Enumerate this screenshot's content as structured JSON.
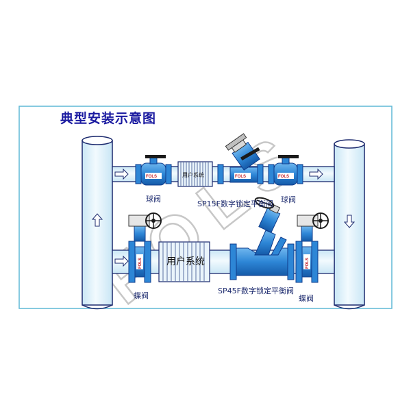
{
  "diagram": {
    "title": "典型安装示意图",
    "labels": {
      "user_system_top": "用户系统",
      "user_system_bottom": "用户系统",
      "ball_valve_left": "球阀",
      "ball_valve_right": "球阀",
      "sp15f_valve": "SP15F数字锁定平衡阀",
      "sp45f_valve": "SP45F数字锁定平衡阀",
      "butterfly_valve_left": "蝶阀",
      "butterfly_valve_right": "蝶阀"
    },
    "brand_marks": [
      "FOLS",
      "FOLS",
      "FOLS",
      "FOLS",
      "FOLS"
    ],
    "watermark": "FOLS",
    "colors": {
      "frame": "#5fb8d6",
      "pipe_fill": "#e4f3fb",
      "pipe_stroke": "#1c2a6e",
      "valve_blue": "#2d86d6",
      "valve_dark": "#0f3c8c",
      "title": "#1a1aa0"
    },
    "icons": {
      "flow_arrow": "flow-arrow-icon",
      "handwheel": "handwheel-icon",
      "lever_handle": "lever-handle-icon"
    }
  }
}
